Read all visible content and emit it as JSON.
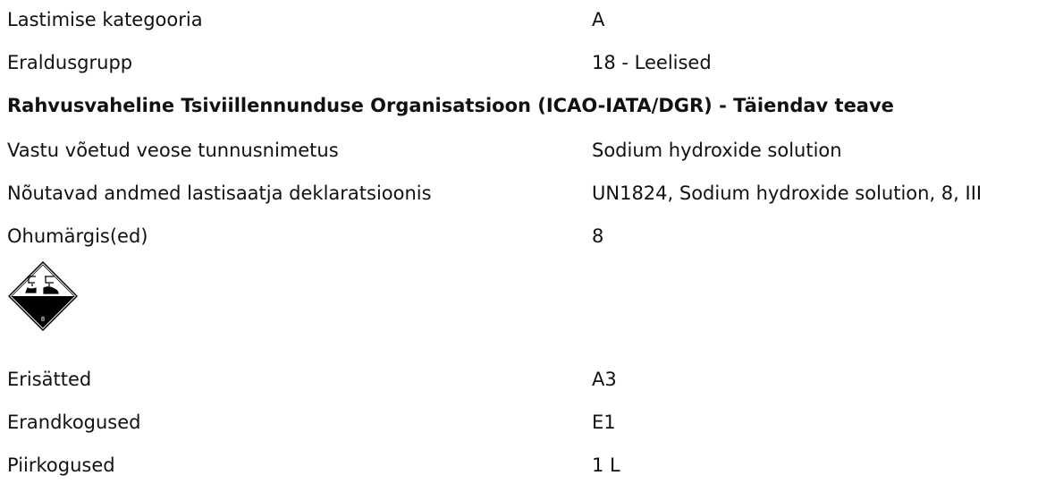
{
  "rows_top": [
    {
      "label": "Lastimise kategooria",
      "value": "A"
    },
    {
      "label": "Eraldusgrupp",
      "value": "18 - Leelised"
    }
  ],
  "section": {
    "heading": "Rahvusvaheline Tsiviillennunduse Organisatsioon (ICAO-IATA/DGR) - Täiendav teave"
  },
  "rows_middle": [
    {
      "label": "Vastu võetud veose tunnusnimetus",
      "value": "Sodium hydroxide solution"
    },
    {
      "label": "Nõutavad andmed lastisaatja deklaratsioonis",
      "value": "UN1824, Sodium hydroxide solution, 8, III"
    },
    {
      "label": "Ohumärgis(ed)",
      "value": "8"
    }
  ],
  "pictogram": {
    "icon": "corrosive-class-8-diamond-icon",
    "class_number": "8"
  },
  "rows_bottom": [
    {
      "label": "Erisätted",
      "value": "A3"
    },
    {
      "label": "Erandkogused",
      "value": "E1"
    },
    {
      "label": "Piirkogused",
      "value": "1 L"
    }
  ]
}
